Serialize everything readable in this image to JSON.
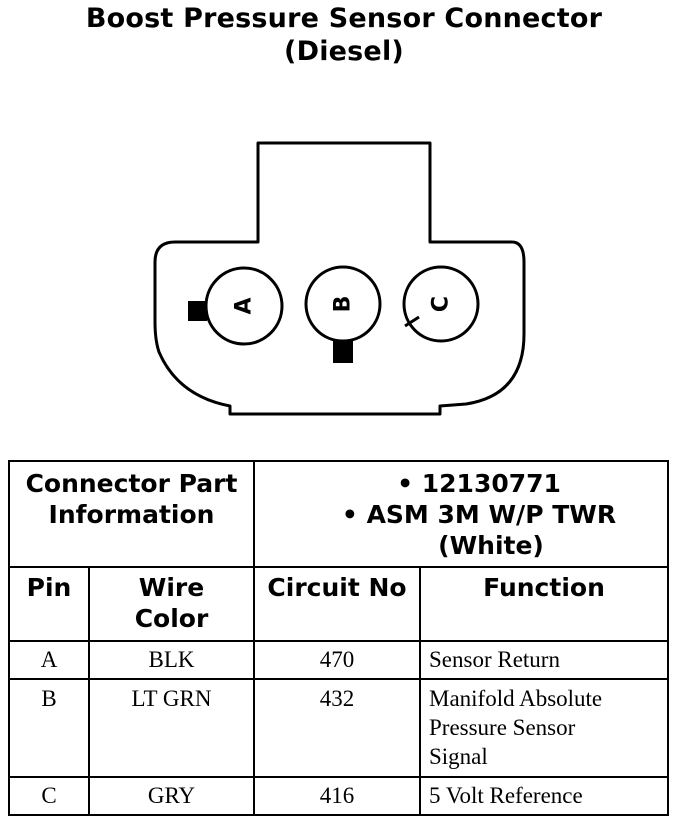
{
  "title": {
    "line1": "Boost Pressure Sensor Connector",
    "line2": "(Diesel)"
  },
  "connector": {
    "pins": [
      {
        "label": "A"
      },
      {
        "label": "B"
      },
      {
        "label": "C"
      }
    ]
  },
  "part_info": {
    "header_line1": "Connector Part",
    "header_line2": "Information",
    "part_number": "• 12130771",
    "description_line1": "• ASM 3M W/P TWR",
    "description_line2": "(White)"
  },
  "table": {
    "headers": {
      "pin": "Pin",
      "wire_color_1": "Wire",
      "wire_color_2": "Color",
      "circuit_no": "Circuit No",
      "function": "Function"
    },
    "rows": [
      {
        "pin": "A",
        "wire_color": "BLK",
        "circuit": "470",
        "function_lines": [
          "Sensor Return"
        ]
      },
      {
        "pin": "B",
        "wire_color": "LT GRN",
        "circuit": "432",
        "function_lines": [
          "Manifold Absolute",
          "Pressure Sensor",
          "Signal"
        ]
      },
      {
        "pin": "C",
        "wire_color": "GRY",
        "circuit": "416",
        "function_lines": [
          "5 Volt Reference"
        ]
      }
    ]
  }
}
